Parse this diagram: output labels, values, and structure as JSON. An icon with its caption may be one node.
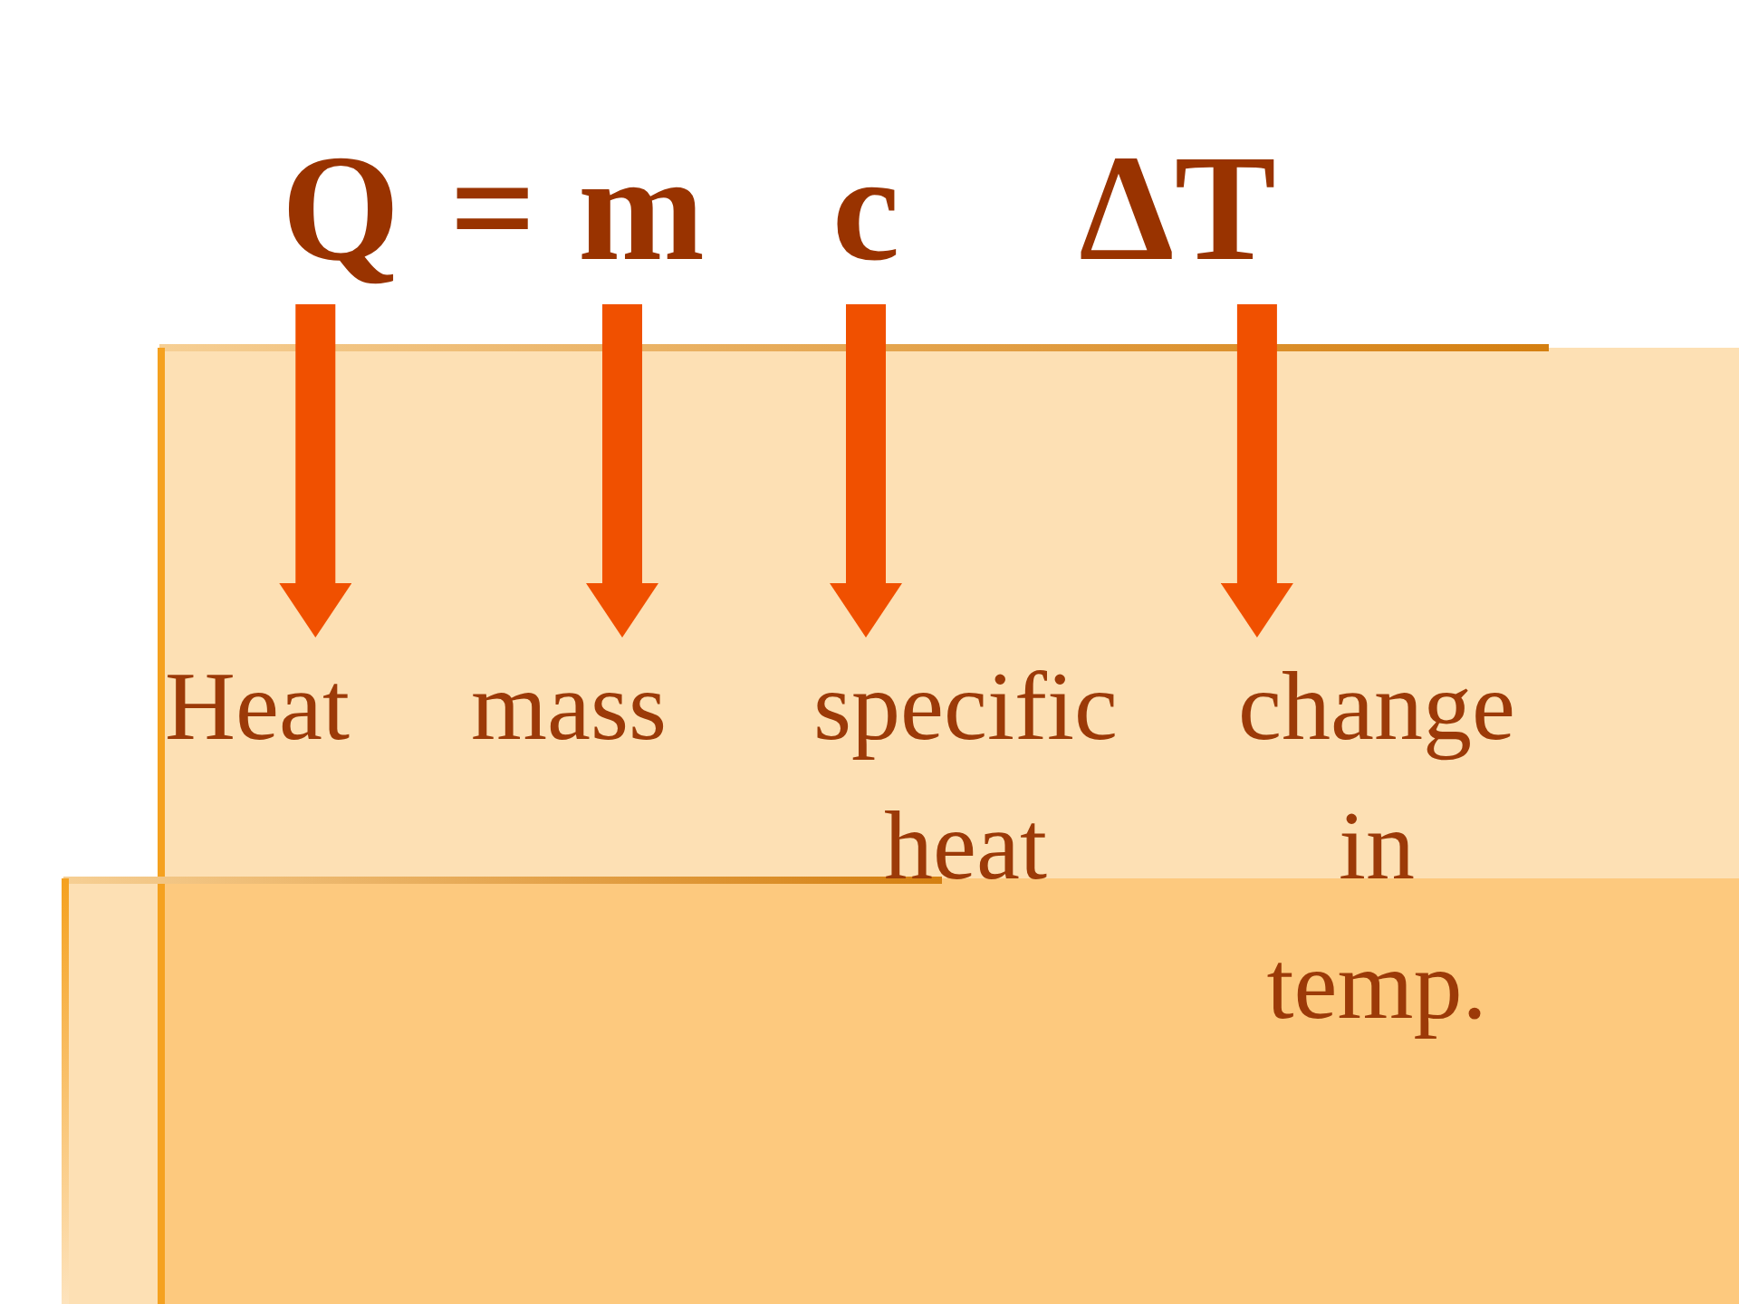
{
  "diagram": {
    "nodes": [
      {
        "text": [
          "Q"
        ]
      },
      {
        "text": [
          "m"
        ]
      },
      {
        "text": [
          "c"
        ]
      },
      {
        "text": [
          "ΔT"
        ]
      },
      {
        "text": [
          "Heat"
        ]
      },
      {
        "text": [
          "mass"
        ]
      },
      {
        "text": [
          "specific heat"
        ]
      },
      {
        "text": [
          "change in temp."
        ]
      }
    ],
    "edges": [
      {
        "from": 0,
        "to": 4,
        "arrow": "to"
      },
      {
        "from": 1,
        "to": 5,
        "arrow": "to"
      },
      {
        "from": 2,
        "to": 6,
        "arrow": "to"
      },
      {
        "from": 3,
        "to": 7,
        "arrow": "to"
      }
    ],
    "labels": [
      "="
    ]
  }
}
